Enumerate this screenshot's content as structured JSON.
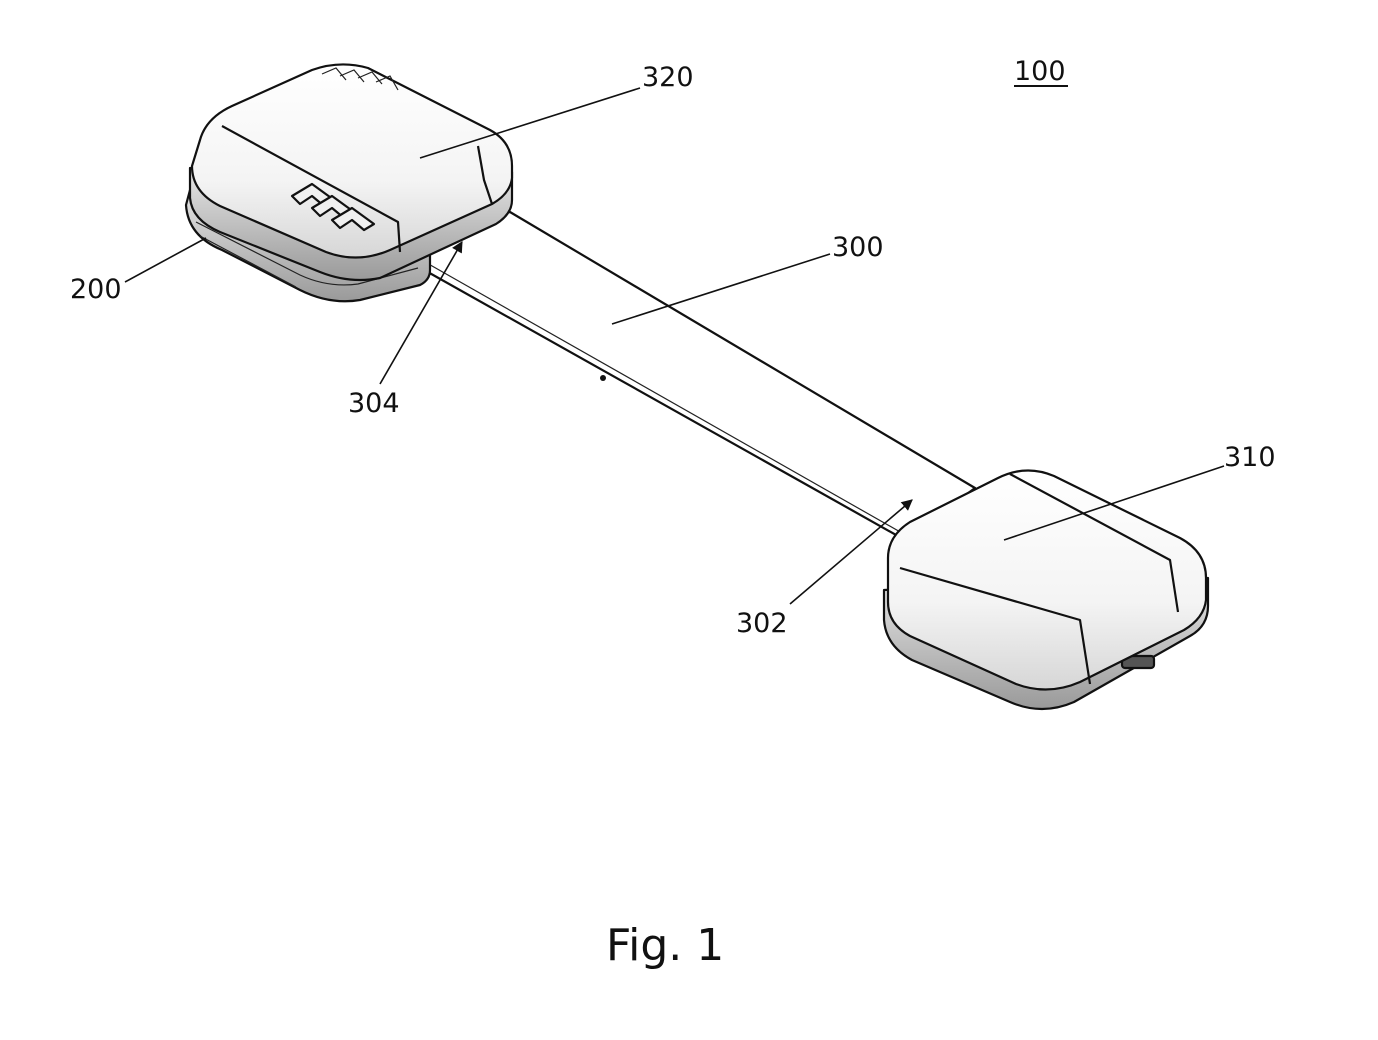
{
  "figure": {
    "caption": "Fig. 1",
    "reference_numerals": {
      "device": "100",
      "base_unit": "200",
      "strap": "300",
      "strap_end_near": "302",
      "strap_end_far": "304",
      "first_housing": "310",
      "second_housing": "320"
    },
    "underlined_numerals": [
      "100"
    ]
  }
}
